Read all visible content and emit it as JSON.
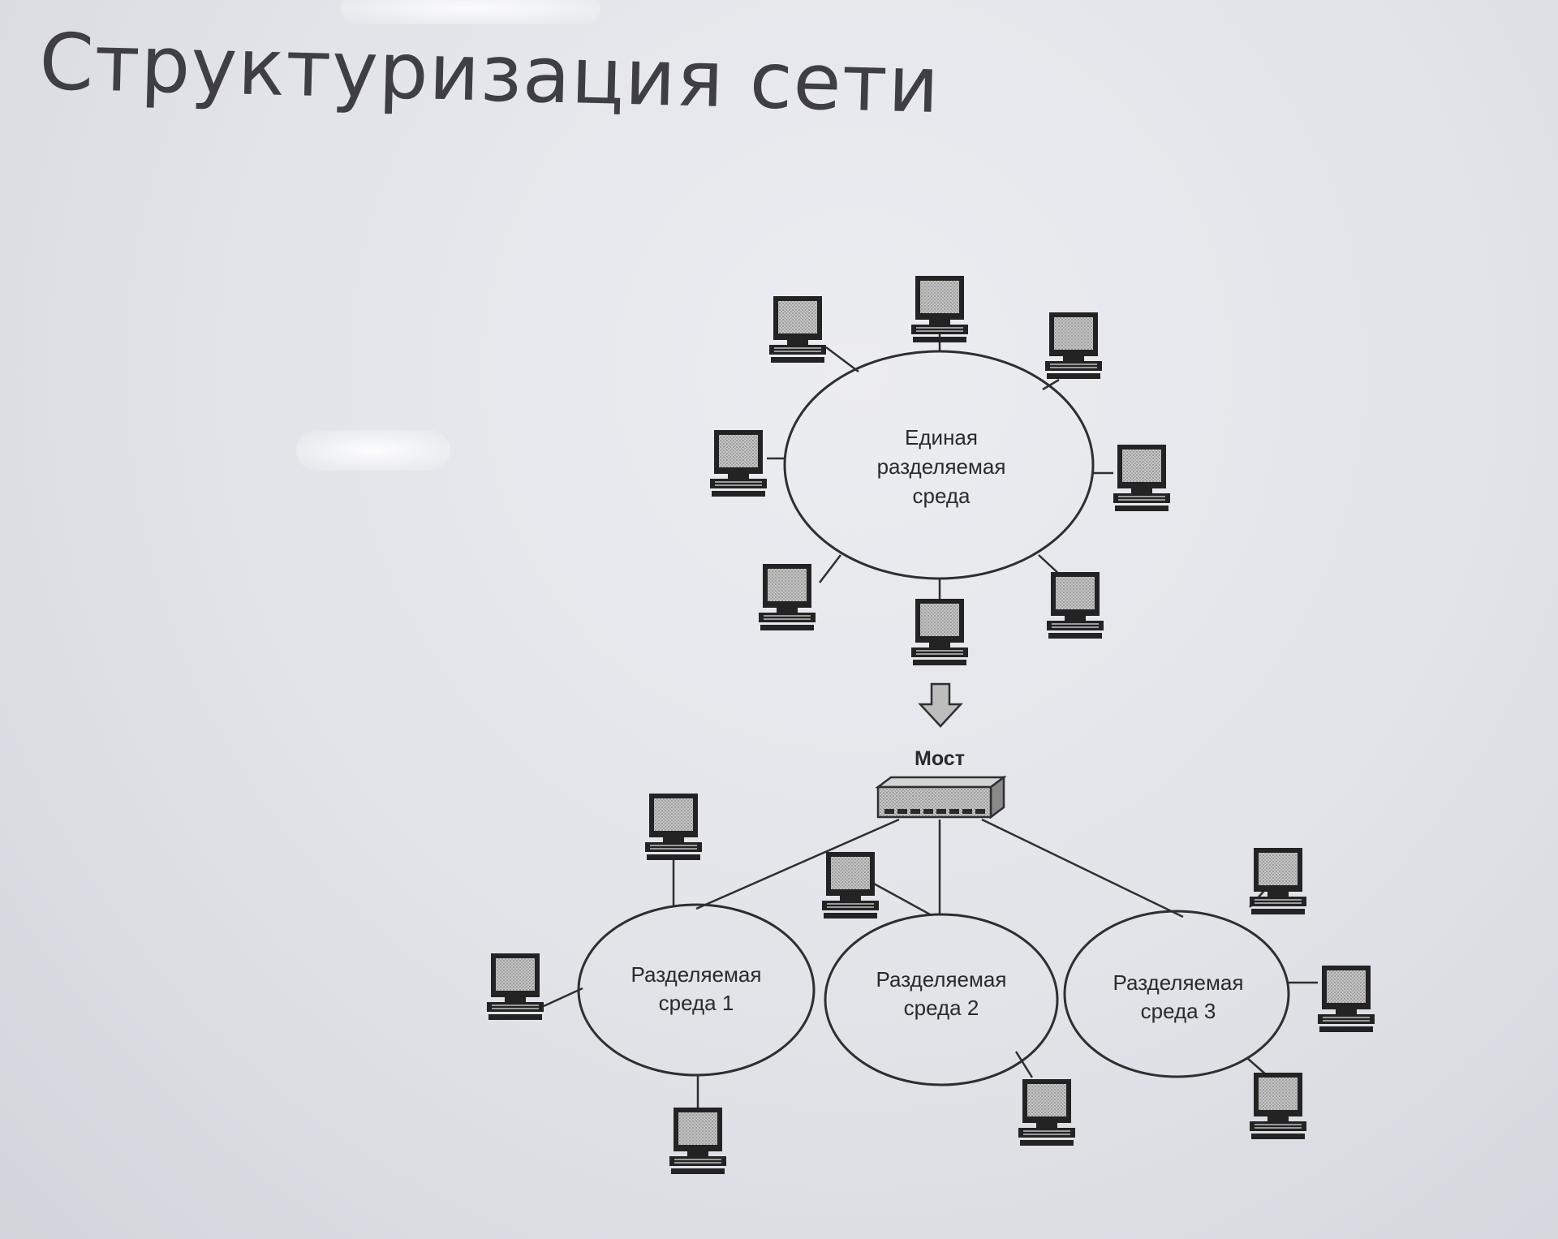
{
  "slide": {
    "title": "Структуризация сети"
  },
  "diagram": {
    "single_medium": {
      "line1": "Единая",
      "line2": "разделяемая",
      "line3": "среда"
    },
    "bridge_label": "Мост",
    "segments": [
      {
        "line1": "Разделяемая",
        "line2": "среда 1"
      },
      {
        "line1": "Разделяемая",
        "line2": "среда 2"
      },
      {
        "line1": "Разделяемая",
        "line2": "среда 3"
      }
    ],
    "icons": {
      "computer": "computer-icon",
      "bridge": "bridge-device-icon",
      "arrow": "down-arrow-icon"
    },
    "colors": {
      "background": "#e4e5ea",
      "title": "#3e3e44",
      "lines": "#2f2f2f",
      "screen": "#b9b9b9"
    }
  }
}
